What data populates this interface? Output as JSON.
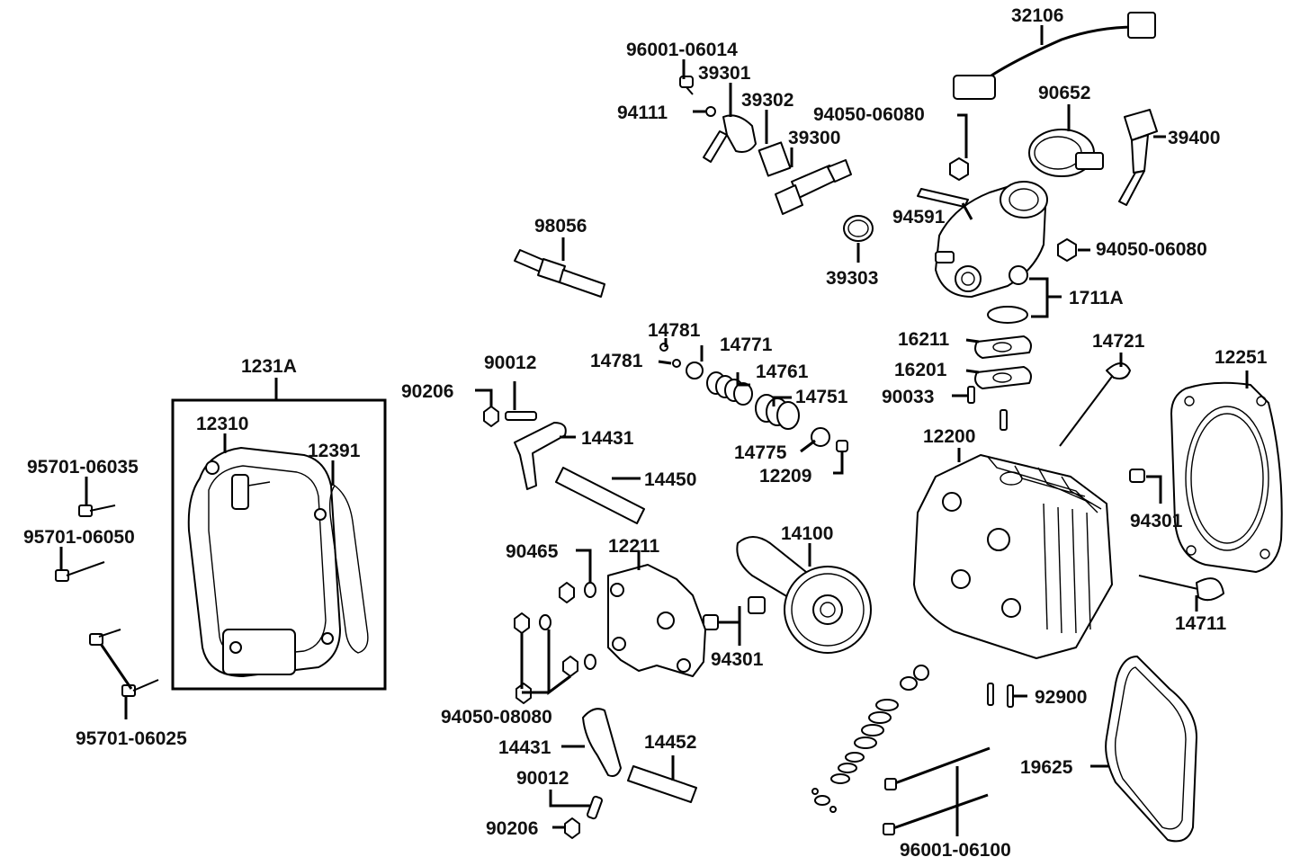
{
  "labels": {
    "l32106": "32106",
    "l96001_06014": "96001-06014",
    "l39301": "39301",
    "l94111": "94111",
    "l39302": "39302",
    "l94050_06080a": "94050-06080",
    "l90652": "90652",
    "l39300": "39300",
    "l39400": "39400",
    "l98056": "98056",
    "l94591": "94591",
    "l94050_06080b": "94050-06080",
    "l39303": "39303",
    "l1711A": "1711A",
    "l14781a": "14781",
    "l14771": "14771",
    "l16211": "16211",
    "l14721": "14721",
    "l1231A": "1231A",
    "l14781b": "14781",
    "l90012a": "90012",
    "l14761": "14761",
    "l16201": "16201",
    "l12251": "12251",
    "l90206a": "90206",
    "l14751": "14751",
    "l90033": "90033",
    "l12310": "12310",
    "l12391": "12391",
    "l14431a": "14431",
    "l12200": "12200",
    "l14775": "14775",
    "l95701_06035": "95701-06035",
    "l12209": "12209",
    "l14450": "14450",
    "l94301a": "94301",
    "l14100": "14100",
    "l95701_06050": "95701-06050",
    "l90465": "90465",
    "l12211": "12211",
    "l14711": "14711",
    "l94301b": "94301",
    "l92900": "92900",
    "l94050_08080": "94050-08080",
    "l95701_06025": "95701-06025",
    "l14452": "14452",
    "l14431b": "14431",
    "l19625": "19625",
    "l90012b": "90012",
    "l90206b": "90206",
    "l96001_06100": "96001-06100"
  }
}
